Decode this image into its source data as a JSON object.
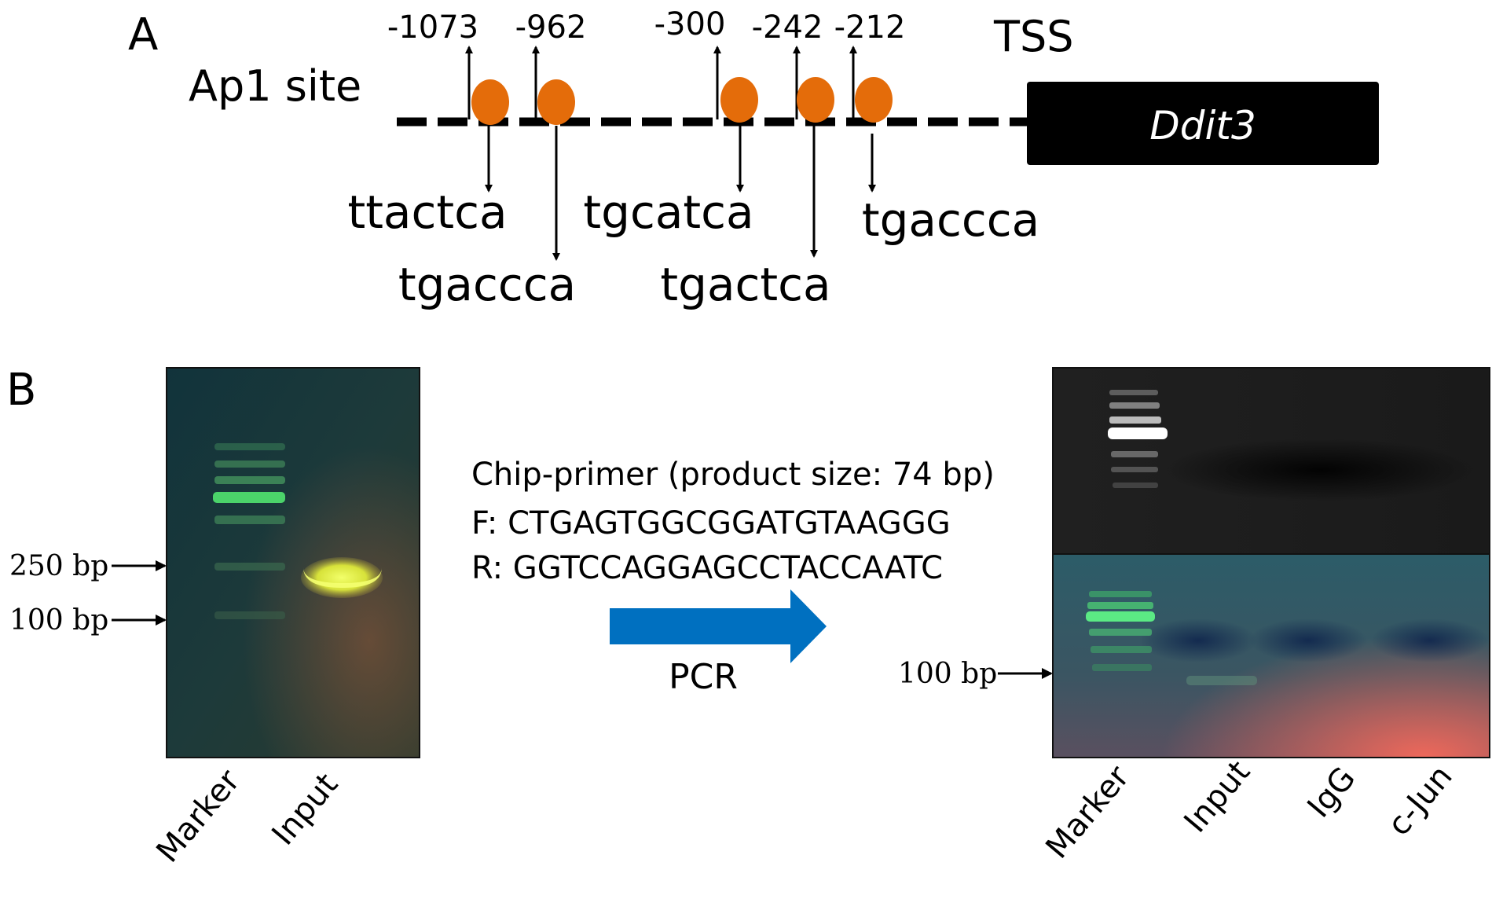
{
  "panel_a": {
    "label": "A",
    "ap1_label": "Ap1 site",
    "tss_label": "TSS",
    "gene_name": "Ddit3",
    "sites": [
      {
        "position": "-1073",
        "sequence": "ttactca"
      },
      {
        "position": "-962",
        "sequence": "tgaccca"
      },
      {
        "position": "-300",
        "sequence": "tgcatca"
      },
      {
        "position": "-242",
        "sequence": "tgactca"
      },
      {
        "position": "-212",
        "sequence": "tgaccca"
      }
    ],
    "site_color": "#e46c0a"
  },
  "panel_b": {
    "label": "B",
    "left_gel": {
      "markers": [
        "250 bp",
        "100 bp"
      ],
      "lanes": [
        "Marker",
        "Input"
      ]
    },
    "primer": {
      "title": "Chip-primer (product size: 74 bp)",
      "forward": "F: CTGAGTGGCGGATGTAAGGG",
      "reverse": "R: GGTCCAGGAGCCTACCAATC"
    },
    "arrow_label": "PCR",
    "arrow_color": "#0070c0",
    "right_gel": {
      "markers": [
        "100 bp"
      ],
      "lanes": [
        "Marker",
        "Input",
        "IgG",
        "c-Jun"
      ]
    }
  }
}
